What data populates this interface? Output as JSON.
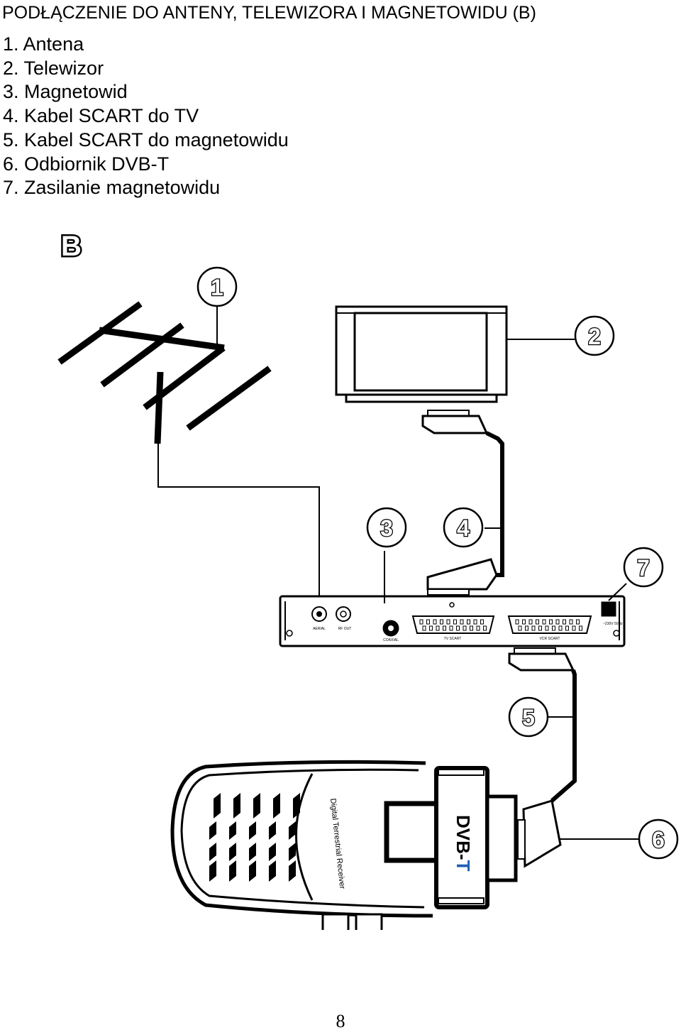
{
  "header": {
    "title": "PODŁĄCZENIE DO ANTENY, TELEWIZORA I MAGNETOWIDU (B)"
  },
  "legend": [
    "1. Antena",
    "2. Telewizor",
    "3. Magnetowid",
    "4. Kabel SCART do TV",
    "5. Kabel SCART do magnetowidu",
    "6. Odbiornik DVB-T",
    "7. Zasilanie magnetowidu"
  ],
  "diagram": {
    "figure_letter": "B",
    "callouts": [
      "1",
      "2",
      "3",
      "4",
      "5",
      "6",
      "7"
    ],
    "receiver_label": "DVB-",
    "receiver_label_accent": "T",
    "receiver_side_text": "Digital Terrestrial Receiver",
    "vcr_labels": {
      "aerial": "AERIAL",
      "rf_out": "RF OUT",
      "coaxial": "COAXIAL",
      "tv_scart": "TV SCART",
      "vcr_scart": "VCR SCART",
      "power": "~230V 50Hz"
    },
    "accent_color": "#1e5fb4"
  },
  "footer": {
    "page_number": "8"
  }
}
